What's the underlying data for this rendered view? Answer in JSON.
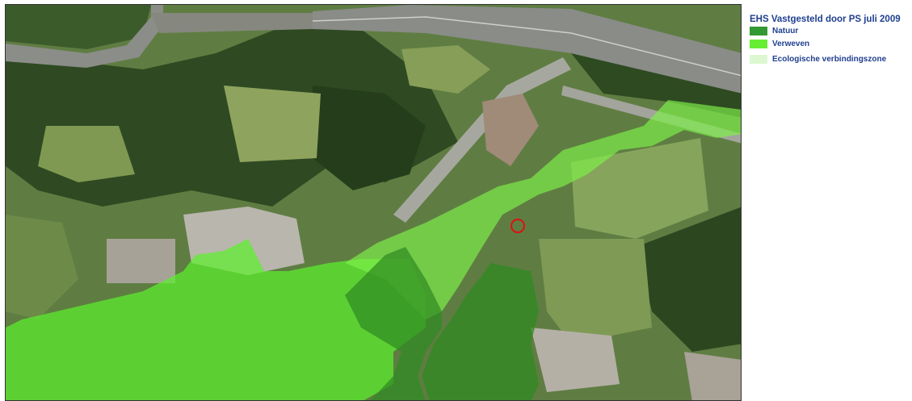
{
  "legend": {
    "title": "EHS Vastgesteld door PS juli 2009",
    "items": [
      {
        "label": "Natuur",
        "color": "#339933"
      },
      {
        "label": "Verweven",
        "color": "#66ee33"
      },
      {
        "label": "Ecologische verbindingszone",
        "color": "#ddf7d0"
      }
    ]
  },
  "map": {
    "layer_colors": {
      "natuur": "#2f8a22",
      "verweven": "#5cf02e",
      "corridor": "#7ff04a"
    },
    "marker_color": "#dd1111"
  }
}
